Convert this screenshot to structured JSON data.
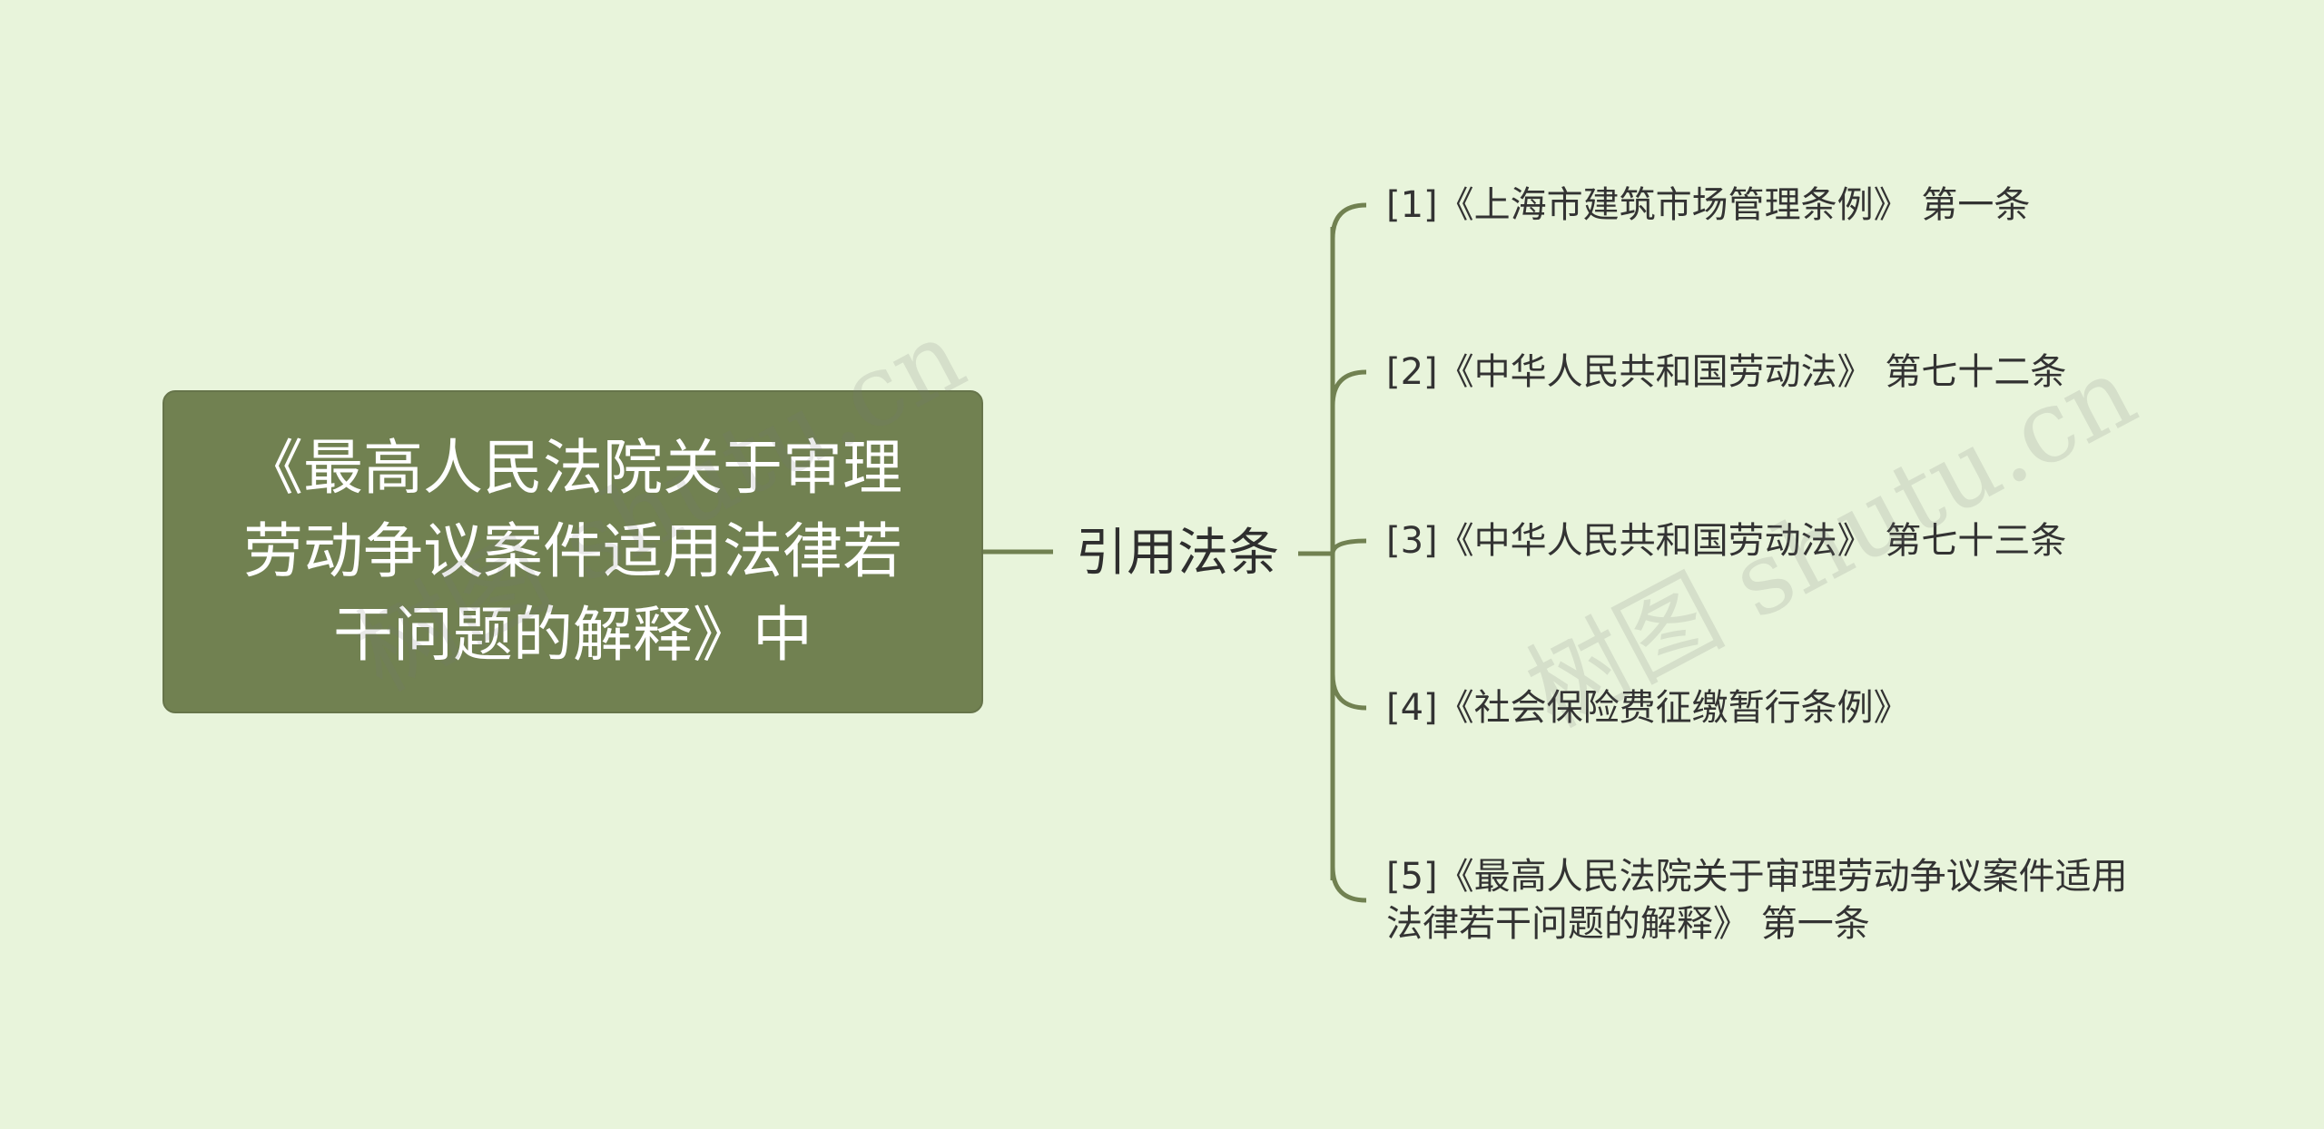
{
  "root": {
    "lines": [
      "《最高人民法院关于审理",
      "劳动争议案件适用法律若",
      "干问题的解释》中"
    ]
  },
  "branch": {
    "label": "引用法条"
  },
  "leaves": [
    "[1]《上海市建筑市场管理条例》 第一条",
    "[2]《中华人民共和国劳动法》 第七十二条",
    "[3]《中华人民共和国劳动法》 第七十三条",
    "[4]《社会保险费征缴暂行条例》",
    "[5]《最高人民法院关于审理劳动争议案件适用法律若干问题的解释》 第一条"
  ],
  "watermark": "树图 shutu.cn",
  "colors": {
    "background": "#e8f4db",
    "root_fill": "#718151",
    "connector": "#718151",
    "text": "#333333"
  }
}
